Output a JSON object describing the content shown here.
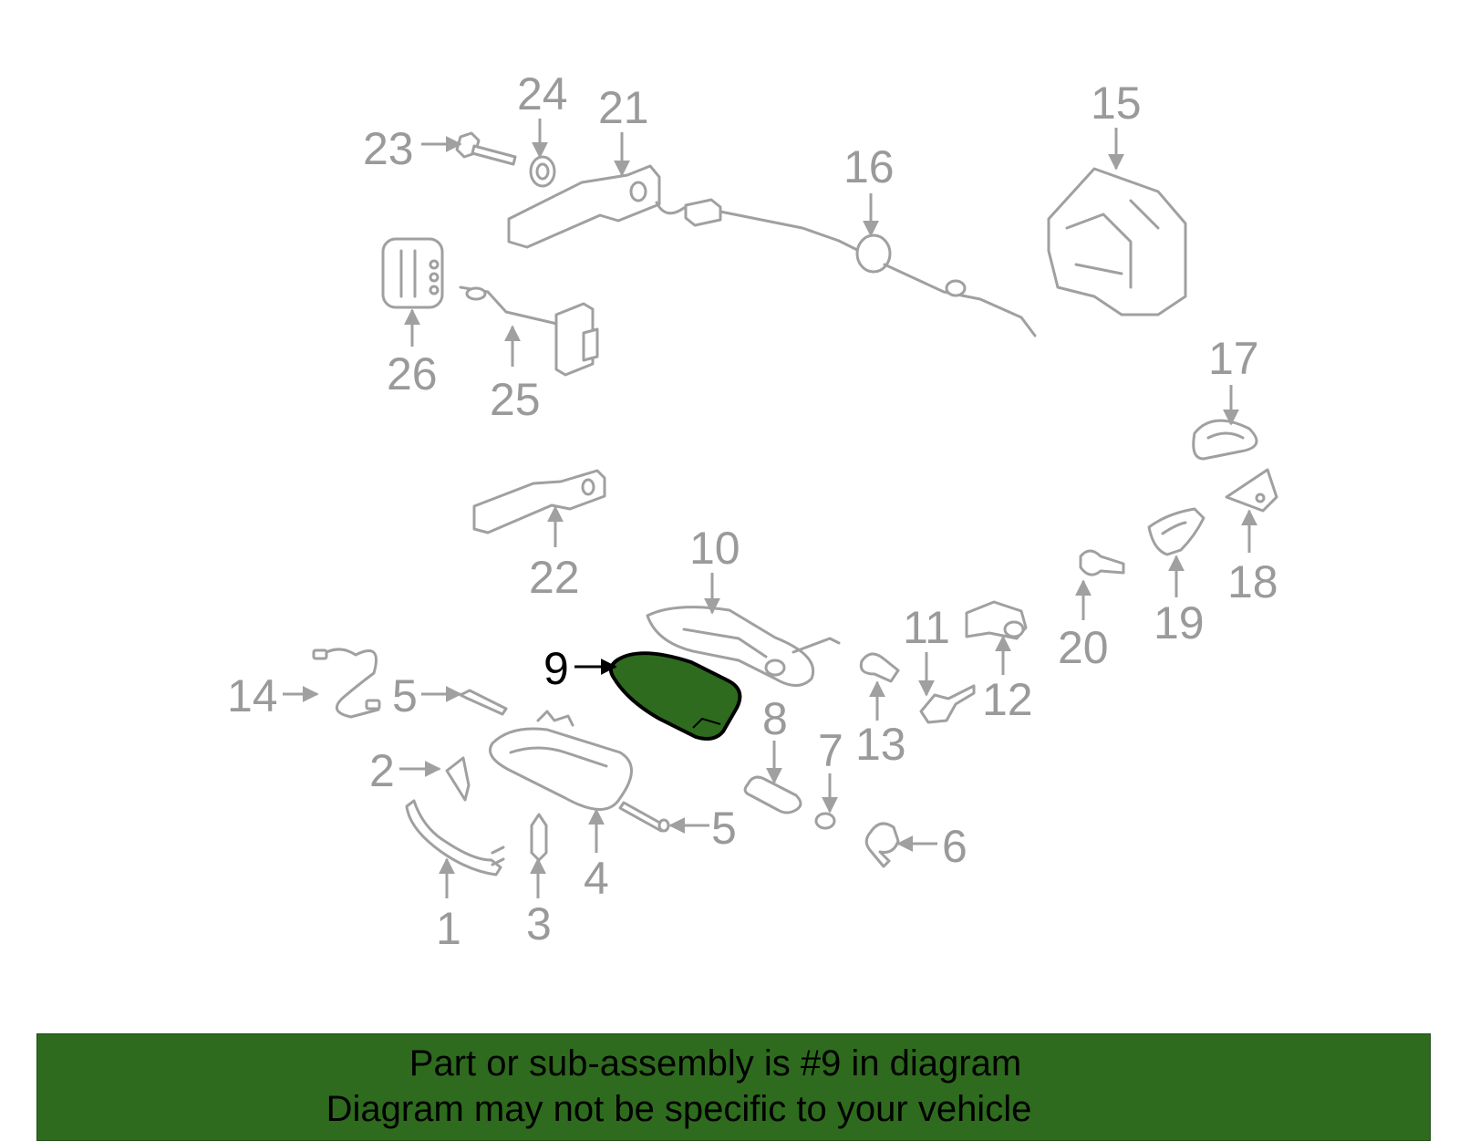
{
  "diagram": {
    "callouts": {
      "c1": "1",
      "c2": "2",
      "c3": "3",
      "c4": "4",
      "c5a": "5",
      "c5b": "5",
      "c6": "6",
      "c7": "7",
      "c8": "8",
      "c9": "9",
      "c10": "10",
      "c11": "11",
      "c12": "12",
      "c13": "13",
      "c14": "14",
      "c15": "15",
      "c16": "16",
      "c17": "17",
      "c18": "18",
      "c19": "19",
      "c20": "20",
      "c21": "21",
      "c22": "22",
      "c23": "23",
      "c24": "24",
      "c25": "25",
      "c26": "26"
    },
    "highlighted_part": "9",
    "highlight_color": "#2e6b1e",
    "line_color": "#a0a0a0"
  },
  "banner": {
    "line1": "Part or sub-assembly is #9 in diagram",
    "line2": "Diagram may not be specific to your vehicle",
    "background": "#2e6b1e"
  }
}
